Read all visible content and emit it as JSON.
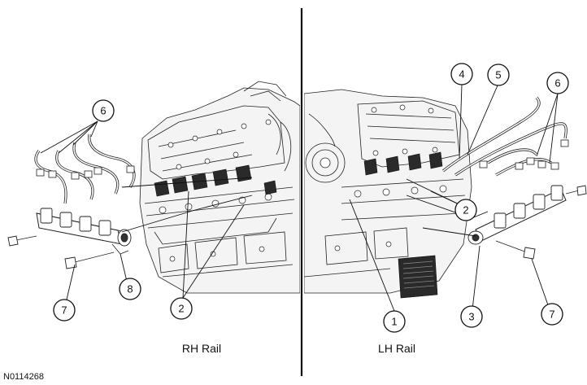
{
  "figure_id": "N0114268",
  "panels": {
    "rh": {
      "label": "RH Rail"
    },
    "lh": {
      "label": "LH Rail"
    }
  },
  "callouts": {
    "rh_6": "6",
    "rh_2": "2",
    "rh_7": "7",
    "rh_8": "8",
    "lh_4": "4",
    "lh_5": "5",
    "lh_6": "6",
    "lh_2": "2",
    "lh_1": "1",
    "lh_3": "3",
    "lh_7": "7"
  }
}
